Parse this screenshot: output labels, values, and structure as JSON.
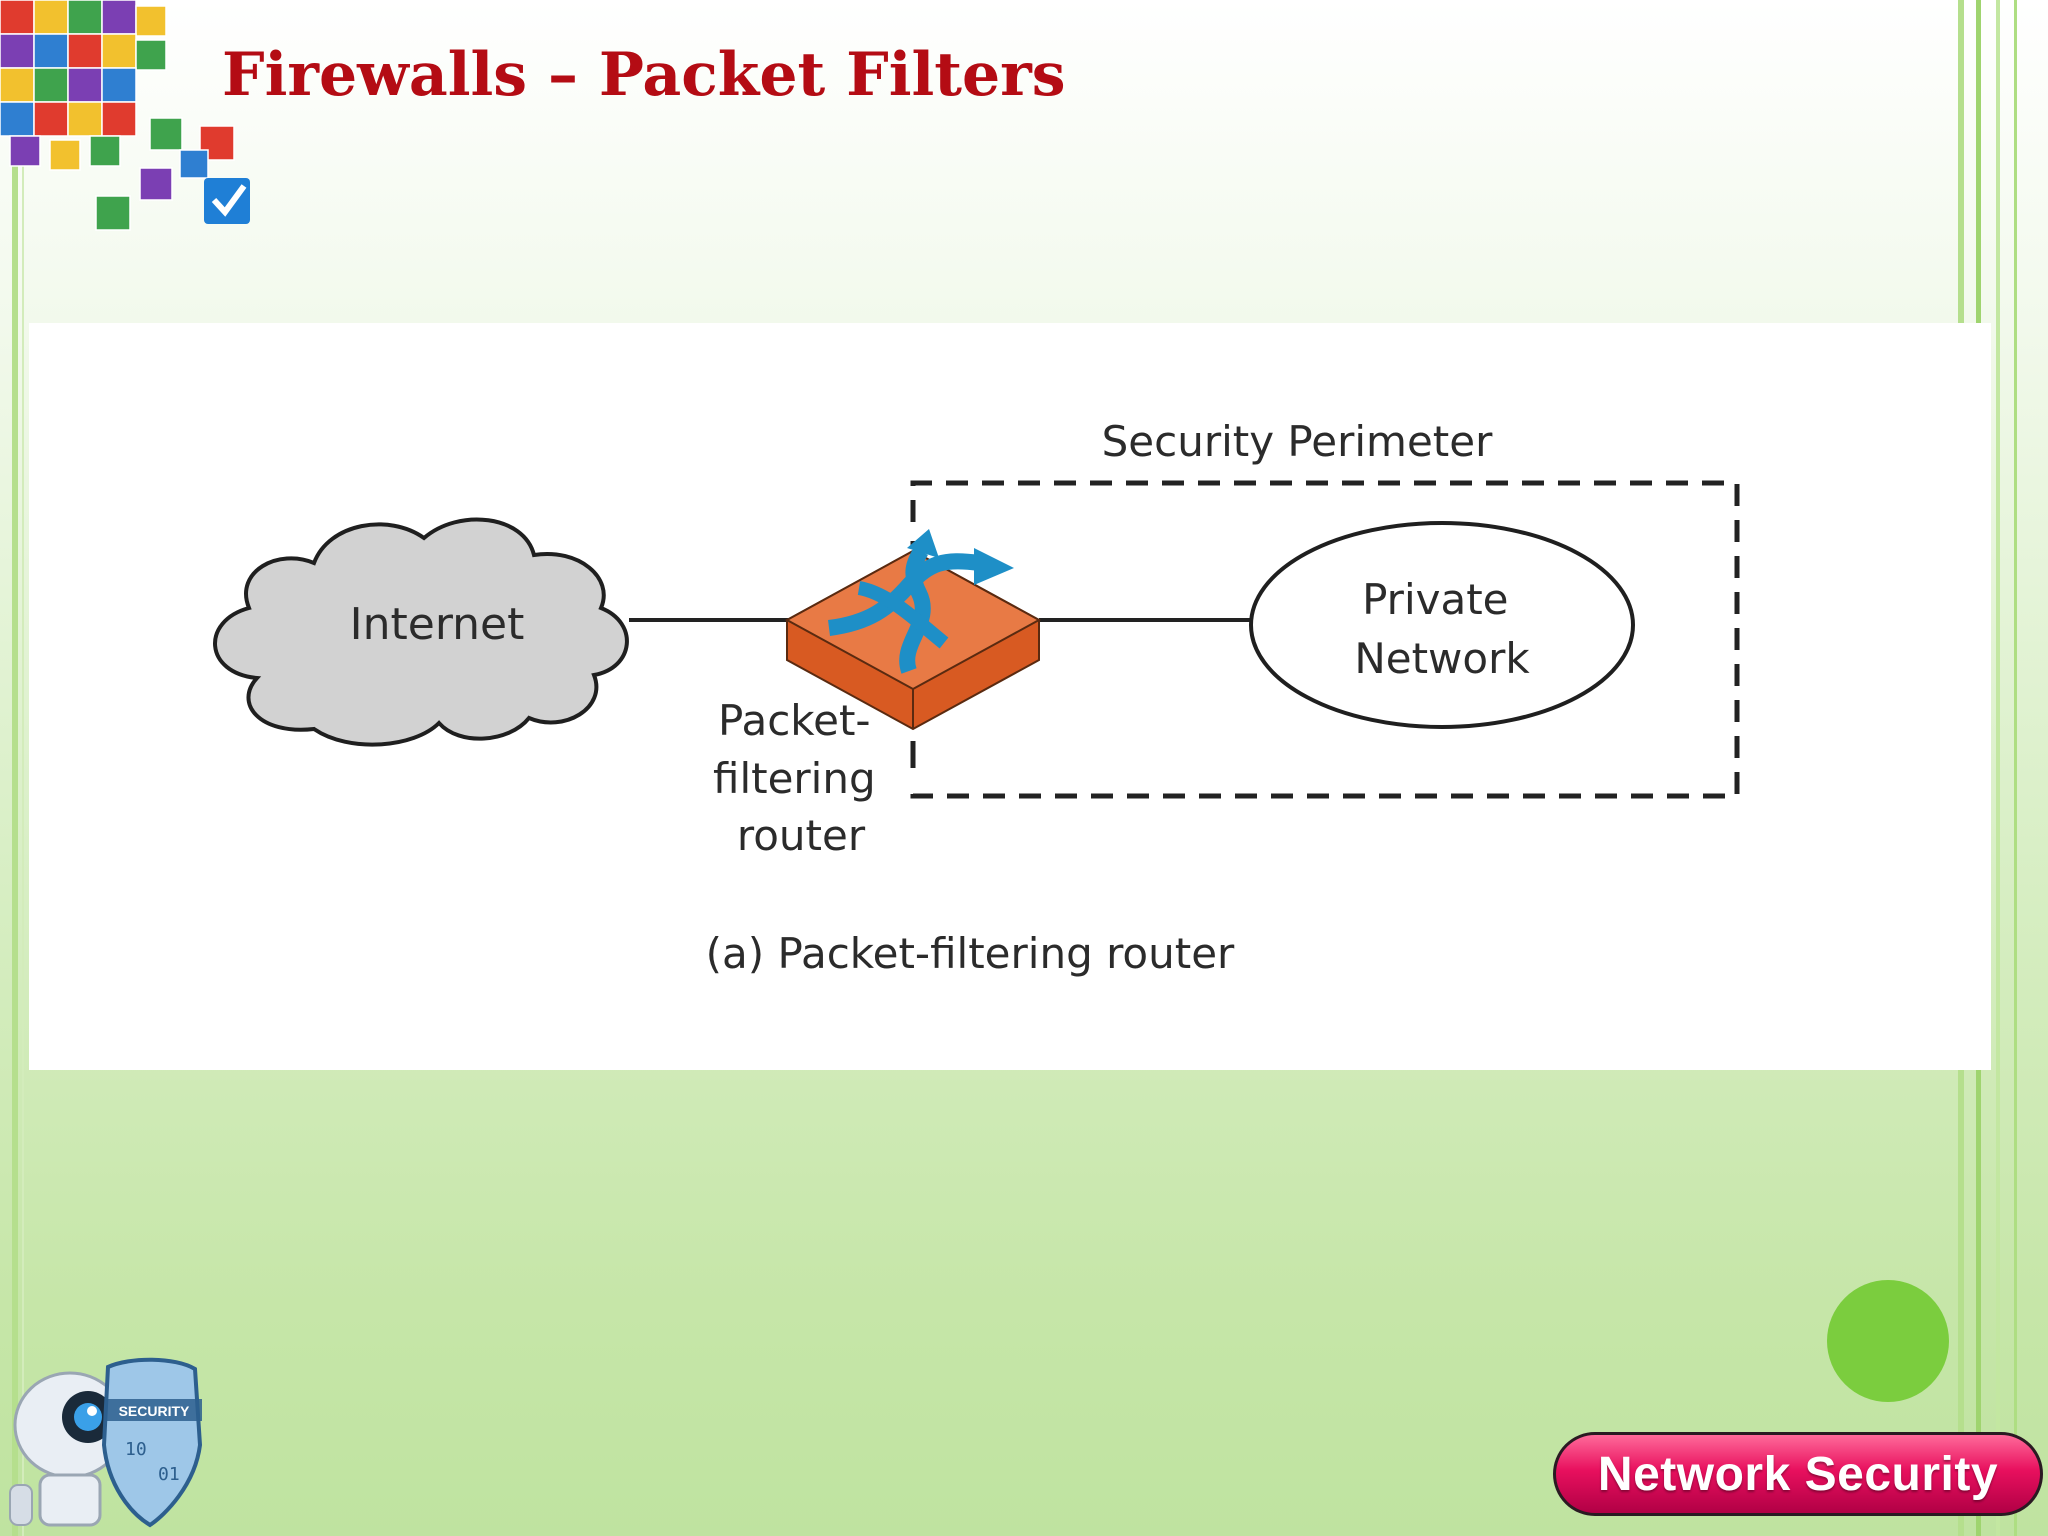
{
  "slide": {
    "title": "Firewalls – Packet Filters"
  },
  "diagram": {
    "perimeter_label": "Security Perimeter",
    "cloud_label": "Internet",
    "router_label_lines": [
      "Packet-",
      "filtering",
      "router"
    ],
    "network_label_lines": [
      "Private",
      "Network"
    ],
    "caption": "(a) Packet-filtering router"
  },
  "branding": {
    "badge_label": "Network Security",
    "robot_shield_text": "SECURITY"
  },
  "colors": {
    "title": "#b40c14",
    "router_top": "#e87a45",
    "router_side": "#d85a22",
    "router_arrows": "#1e8fc7",
    "cloud_fill": "#d2d2d2",
    "badge": "#e8105e",
    "dot": "#7bcd3e"
  },
  "icons": {
    "cubes": "colorful-cubes-icon",
    "router": "router-icon",
    "robot": "security-robot-icon"
  }
}
